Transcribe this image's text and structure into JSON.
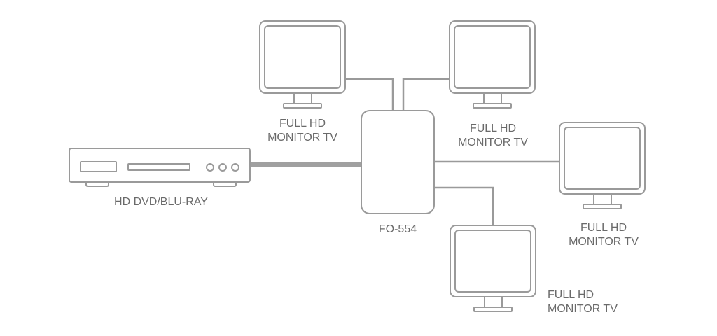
{
  "colors": {
    "stroke": "#9a9a9a",
    "cable": "#9a9a9a",
    "text": "#6a6a6a",
    "fill": "#ffffff"
  },
  "source": {
    "name": "HD DVD/BLU-RAY",
    "icon": "disc-player-icon"
  },
  "splitter": {
    "name": "FO-554",
    "icon": "splitter-box-icon"
  },
  "monitors": [
    {
      "icon": "monitor-icon",
      "line1": "FULL HD",
      "line2": "MONITOR TV"
    },
    {
      "icon": "monitor-icon",
      "line1": "FULL HD",
      "line2": "MONITOR TV"
    },
    {
      "icon": "monitor-icon",
      "line1": "FULL HD",
      "line2": "MONITOR TV"
    },
    {
      "icon": "monitor-icon",
      "line1": "FULL HD",
      "line2": "MONITOR TV"
    }
  ]
}
